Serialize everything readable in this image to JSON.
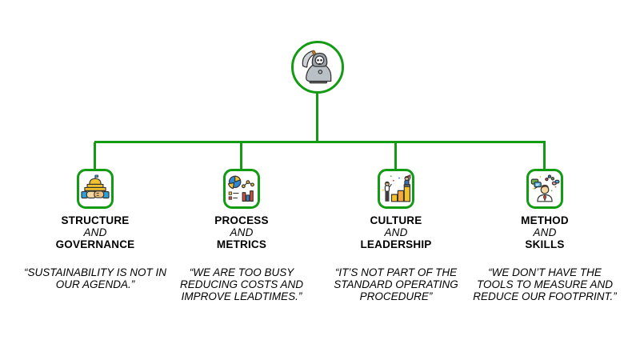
{
  "theme": {
    "green": "#149b14",
    "text": "#000000",
    "background": "#ffffff"
  },
  "root": {
    "icon": "grim-reaper-icon"
  },
  "columns": [
    {
      "icon": "government-handshake-icon",
      "title_line1": "STRUCTURE",
      "title_conj": "AND",
      "title_line2": "GOVERNANCE",
      "quote": "“SUSTAINABILITY IS NOT IN\nOUR AGENDA.”"
    },
    {
      "icon": "charts-metrics-icon",
      "title_line1": "PROCESS",
      "title_conj": "AND",
      "title_line2": "METRICS",
      "quote": "“WE ARE TOO BUSY\nREDUCING COSTS AND\nIMPROVE LEADTIMES.”"
    },
    {
      "icon": "leadership-podium-icon",
      "title_line1": "CULTURE",
      "title_conj": "AND",
      "title_line2": "LEADERSHIP",
      "quote": "“IT’S NOT PART OF THE\nSTANDARD OPERATING\nPROCEDURE”"
    },
    {
      "icon": "person-ideas-icon",
      "title_line1": "METHOD",
      "title_conj": "AND",
      "title_line2": "SKILLS",
      "quote": "“WE DON’T HAVE THE\nTOOLS TO MEASURE AND\nREDUCE OUR FOOTPRINT.”"
    }
  ]
}
